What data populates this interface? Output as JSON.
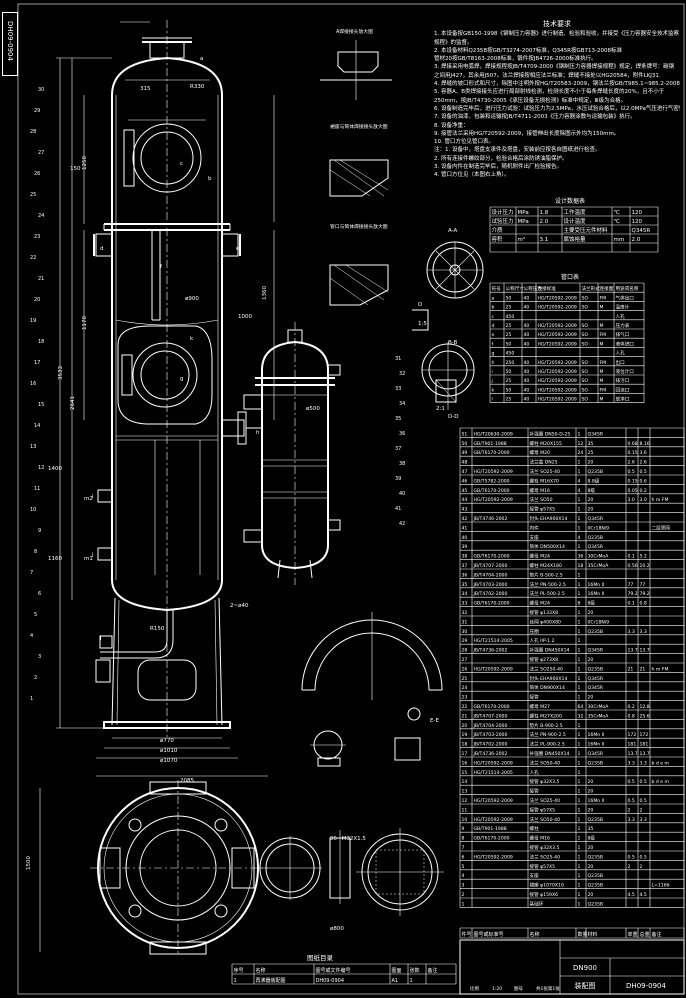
{
  "drawing": {
    "stamp_no": "DH09-0904",
    "drawing_no": "DH09-0904",
    "title_line1": "DN900",
    "title_line2": "装配图"
  },
  "notes": {
    "title": "技术要求",
    "lines": [
      "1. 本设备按GB150-1998《钢制压力容器》进行制造、检验和验收，并接受《压力容器安全技术监察",
      "规程》的监督。",
      "2. 本设备材料Q235B按GB/T3274-2007标准，Q345R按GB713-2008标准",
      "管材20按GB/T8163-2008标准，锻件按JB4726-2000标准执行。",
      "3. 焊接采用电弧焊，焊接规程按JB/T4709-2000《钢制压力容器焊接规程》规定，焊条牌号：碳钢",
      "之间用J427，其余用J507。法兰焊接按相应法兰标准；焊缝不接处以HG20584，附件LKJ31.",
      "4. 焊缝的坡口形式和尺寸，除图中注明外按HG/T20583-2009，钢法兰按GB/T985.1~985.2-2008标准执行。",
      "5. 容器A、B类焊接接头应进行局部射线检测，检测长度不小于每条焊缝长度的20%，且不小于",
      "250mm，按JB/T4730-2005《承压设备无损检测》标准中规定，Ⅲ级为合格。",
      "6. 设备制造完毕后，进行压力试验：试验压力为2.5MPa，水压试验合格后，以2.0MPa气压进行气密性试验。",
      "7. 设备的油漆，包装和运输按JB/T4711-2003《压力容器涂敷与运输包装》执行。",
      "8. 设备净重：",
      "9. 接管法兰采用HG/T20592-2009，接管伸出长度除图示外均为150mm。",
      "10. 管口方位见管口表。",
      "注：1. 设备中，塔盘支承件及塔盘，安装前应按各自图纸进行检查。",
      "    2. 所有连接件螺纹部分，检验合格后涂防锈油脂保护。",
      "    3. 设备内件在制造完毕后，随机附件出厂检验报告。",
      "    4. 管口方位见（本图右上角）。"
    ]
  },
  "design_table": {
    "title": "设计数据表",
    "rows": [
      {
        "a": "设计压力",
        "b": "MPa",
        "c": "1.8",
        "d": "工作温度",
        "e": "℃",
        "f": "120"
      },
      {
        "a": "试验压力",
        "b": "MPa",
        "c": "2.0",
        "d": "设计温度",
        "e": "℃",
        "f": "120"
      },
      {
        "a": "介质",
        "b": "",
        "c": "",
        "d": "主要受压元件材料",
        "e": "",
        "f": "Q345R"
      },
      {
        "a": "容积",
        "b": "m³",
        "c": "3.1",
        "d": "腐蚀裕量",
        "e": "mm",
        "f": "2.0"
      },
      {
        "a": "",
        "b": "",
        "c": "",
        "d": "",
        "e": "",
        "f": ""
      }
    ]
  },
  "nozzle_table": {
    "title": "管口表",
    "headers": [
      "符号",
      "公称尺寸",
      "公称压力",
      "连接标准",
      "法兰形式",
      "连接面",
      "用途或名称"
    ],
    "rows": [
      [
        "a",
        "50",
        "40",
        "HG/T20592-2009",
        "SO",
        "FM",
        "气体出口"
      ],
      [
        "b",
        "25",
        "40",
        "HG/T20592-2009",
        "SO",
        "M",
        "温度计"
      ],
      [
        "c",
        "450",
        "",
        "",
        "",
        "",
        "人孔"
      ],
      [
        "d",
        "25",
        "40",
        "HG/T20592-2009",
        "SO",
        "M",
        "压力表"
      ],
      [
        "e",
        "25",
        "40",
        "HG/T20592-2009",
        "SO",
        "FM",
        "排气口"
      ],
      [
        "f",
        "50",
        "40",
        "HG/T20592-2009",
        "SO",
        "M",
        "液体进口"
      ],
      [
        "g",
        "450",
        "",
        "",
        "",
        "",
        "人孔"
      ],
      [
        "h",
        "250",
        "40",
        "HG/T20592-2009",
        "SO",
        "FM",
        "出口"
      ],
      [
        "i",
        "50",
        "40",
        "HG/T20592-2009",
        "SO",
        "M",
        "液位计口"
      ],
      [
        "j",
        "25",
        "40",
        "HG/T20592-2009",
        "SO",
        "M",
        "排污口"
      ],
      [
        "k",
        "50",
        "40",
        "HG/T20592-2009",
        "SO",
        "FM",
        "回流口"
      ],
      [
        "l",
        "25",
        "40",
        "HG/T20592-2009",
        "SO",
        "M",
        "放净口"
      ]
    ]
  },
  "parts_table": {
    "headers": [
      "件号",
      "图号或标准号",
      "名称",
      "数量",
      "材料",
      "单重",
      "总重",
      "备注"
    ],
    "rows": [
      [
        "51",
        "HG/T20630-2009",
        "补强圈 DN50-D-25",
        "1",
        "Q345R",
        "",
        "",
        ""
      ],
      [
        "50",
        "GB/T901-1988",
        "螺柱 M20X155",
        "12",
        "35",
        "0.68",
        "8.16",
        ""
      ],
      [
        "49",
        "GB/T6170-2000",
        "螺母 M20",
        "24",
        "25",
        "0.15",
        "3.6",
        ""
      ],
      [
        "48",
        "",
        "法兰盖 DN25",
        "1",
        "20",
        "2.6",
        "2.6",
        ""
      ],
      [
        "47",
        "HG/T20592-2009",
        "法兰 SO25-40",
        "1",
        "Q235B",
        "0.5",
        "0.5",
        ""
      ],
      [
        "46",
        "GB/T5782-2000",
        "螺栓 M16X70",
        "4",
        "8.8级",
        "0.15",
        "0.6",
        ""
      ],
      [
        "45",
        "GB/T6170-2000",
        "螺母 M16",
        "4",
        "8级",
        "0.05",
        "0.2",
        ""
      ],
      [
        "44",
        "HG/T20592-2009",
        "法兰 SO50",
        "1",
        "20",
        "3.0",
        "3.0",
        "h m FM"
      ],
      [
        "43",
        "",
        "接管 φ57X5",
        "1",
        "20",
        "",
        "",
        ""
      ],
      [
        "42",
        "JB/T4746-2002",
        "封头 EHA900X14",
        "1",
        "Q345R",
        "",
        "",
        ""
      ],
      [
        "41",
        "",
        "内件",
        "1",
        "0Cr18Ni9",
        "",
        "",
        "二层筛网"
      ],
      [
        "40",
        "",
        "支座",
        "4",
        "Q235B",
        "",
        "",
        ""
      ],
      [
        "39",
        "",
        "筒体 DN500X14",
        "1",
        "Q345R",
        "",
        "",
        ""
      ],
      [
        "38",
        "GB/T6170-2000",
        "螺母 M24",
        "36",
        "30CrMoA",
        "0.1",
        "5.2",
        ""
      ],
      [
        "37",
        "JB/T4707-2000",
        "螺柱 M24X180",
        "18",
        "35CrMoA",
        "0.56",
        "10.2",
        ""
      ],
      [
        "36",
        "JB/T4704-2000",
        "垫片 B-500-2.5",
        "1",
        "",
        "",
        "",
        ""
      ],
      [
        "35",
        "JB/T4703-2000",
        "法兰 PN-500-2.5",
        "1",
        "16Mn II",
        "77",
        "77",
        ""
      ],
      [
        "34",
        "JB/T4702-2000",
        "法兰 PL-500-2.5",
        "1",
        "16Mn II",
        "79.2",
        "79.2",
        ""
      ],
      [
        "33",
        "GB/T6170-2000",
        "螺母 M24",
        "8",
        "8级",
        "0.1",
        "0.8",
        ""
      ],
      [
        "32",
        "",
        "接管 φ133X8",
        "1",
        "20",
        "",
        "",
        ""
      ],
      [
        "31",
        "",
        "丝网 φ400X80",
        "1",
        "0Cr18Ni9",
        "",
        "",
        ""
      ],
      [
        "30",
        "",
        "压圈",
        "1",
        "Q235B",
        "3.3",
        "3.3",
        ""
      ],
      [
        "29",
        "HG/T21514-2005",
        "人孔 IIP-1.2",
        "1",
        "",
        "",
        "",
        ""
      ],
      [
        "28",
        "JB/T4736-2002",
        "补强圈 DN450X14",
        "1",
        "Q345R",
        "13.7",
        "13.7",
        ""
      ],
      [
        "27",
        "",
        "接管 φ273X8",
        "1",
        "20",
        "",
        "",
        ""
      ],
      [
        "26",
        "HG/T20592-2009",
        "法兰 SO250-40",
        "1",
        "Q235B",
        "21",
        "21",
        "h m FM"
      ],
      [
        "25",
        "",
        "封头 EHA900X14",
        "1",
        "Q345R",
        "",
        "",
        ""
      ],
      [
        "24",
        "",
        "筒体 DN900X14",
        "1",
        "Q345R",
        "",
        "",
        ""
      ],
      [
        "23",
        "",
        "接管",
        "1",
        "20",
        "",
        "",
        ""
      ],
      [
        "22",
        "GB/T6170-2000",
        "螺母 M27",
        "64",
        "30CrMoA",
        "0.2",
        "12.8",
        ""
      ],
      [
        "21",
        "JB/T4707-2000",
        "螺柱 M27X200",
        "32",
        "35CrMoA",
        "0.8",
        "25.6",
        ""
      ],
      [
        "20",
        "JB/T4704-2000",
        "垫片 B-900-2.5",
        "1",
        "",
        "",
        "",
        ""
      ],
      [
        "19",
        "JB/T4703-2000",
        "法兰 PN-900-2.5",
        "1",
        "16Mn II",
        "172",
        "172",
        ""
      ],
      [
        "18",
        "JB/T4702-2000",
        "法兰 PL-900-2.5",
        "1",
        "16Mn II",
        "181",
        "181",
        ""
      ],
      [
        "17",
        "JB/T4736-2002",
        "补强圈 DN450X14",
        "1",
        "Q345R",
        "13.7",
        "13.7",
        ""
      ],
      [
        "16",
        "HG/T20592-2009",
        "法兰 SO50-40",
        "1",
        "Q235B",
        "3.3",
        "3.3",
        "b d e m"
      ],
      [
        "15",
        "HG/T21514-2005",
        "人孔",
        "1",
        "",
        "",
        "",
        ""
      ],
      [
        "14",
        "",
        "接管 φ32X3.5",
        "1",
        "20",
        "0.5",
        "0.5",
        "b d e m"
      ],
      [
        "13",
        "",
        "接管",
        "1",
        "20",
        "",
        "",
        ""
      ],
      [
        "12",
        "HG/T20592-2009",
        "法兰 SO25-40",
        "1",
        "16Mn II",
        "0.5",
        "0.5",
        ""
      ],
      [
        "11",
        "",
        "接管 φ57X5",
        "1",
        "20",
        "2",
        "2",
        ""
      ],
      [
        "10",
        "HG/T20592-2009",
        "法兰 SO50-40",
        "1",
        "Q235B",
        "3.3",
        "3.3",
        ""
      ],
      [
        "9",
        "GB/T901-1988",
        "螺柱",
        "1",
        "35",
        "",
        "",
        ""
      ],
      [
        "8",
        "GB/T6170-2000",
        "螺母 M16",
        "1",
        "8级",
        "",
        "",
        ""
      ],
      [
        "7",
        "",
        "接管 φ32X3.5",
        "1",
        "20",
        "",
        "",
        ""
      ],
      [
        "6",
        "HG/T20592-2009",
        "法兰 SO25-40",
        "1",
        "Q235B",
        "0.5",
        "0.5",
        ""
      ],
      [
        "5",
        "",
        "接管 φ57X5",
        "1",
        "20",
        "2",
        "2",
        ""
      ],
      [
        "4",
        "",
        "支座",
        "1",
        "Q235B",
        "",
        "",
        ""
      ],
      [
        "3",
        "",
        "裙座 φ1070X10",
        "1",
        "Q235B",
        "",
        "",
        "L=1166"
      ],
      [
        "2",
        "",
        "接管 φ159X6",
        "1",
        "20",
        "4.5",
        "4.5",
        ""
      ],
      [
        "1",
        "",
        "基础环",
        "1",
        "Q235B",
        "",
        "",
        ""
      ]
    ]
  },
  "drawing_list": {
    "title": "图纸目录",
    "headers": [
      "序号",
      "名称",
      "图号或文件编号",
      "图面",
      "张数",
      "备注"
    ],
    "rows": [
      [
        "1",
        "再沸器装配图",
        "DH09-0904",
        "A1",
        "1",
        ""
      ]
    ]
  },
  "labels": {
    "dims": [
      "1250",
      "1170",
      "3533",
      "2641",
      "1400",
      "1160",
      "1360",
      "ø900",
      "ø770",
      "ø1010",
      "ø1070",
      "R330",
      "315",
      "150",
      "2~ø40",
      "R150",
      "1000",
      "ø500",
      "2085",
      "1500",
      "ø800",
      "95~M32X1.5"
    ],
    "parts": [
      "1",
      "2",
      "3",
      "4",
      "5",
      "6",
      "7",
      "8",
      "9",
      "10",
      "11",
      "12",
      "13",
      "14",
      "15",
      "16",
      "17",
      "18",
      "19",
      "20",
      "21",
      "22",
      "23",
      "24",
      "25",
      "26",
      "27",
      "28",
      "29",
      "30",
      "31",
      "32",
      "33",
      "34",
      "35",
      "36",
      "37",
      "38",
      "39",
      "40",
      "41",
      "42"
    ],
    "nozzles": [
      "a",
      "b",
      "c",
      "d",
      "e",
      "f",
      "g",
      "h",
      "i",
      "j",
      "k",
      "l",
      "m1",
      "m2"
    ],
    "sections": [
      "A-A",
      "B-B",
      "D",
      "D-D",
      "E-E",
      "1:5",
      "2:1"
    ],
    "detail_titles": [
      "A焊接接头放大图",
      "裙座与筒体焊接接头放大图",
      "管口与筒体焊接接头放大图"
    ],
    "footer": [
      "比例",
      "1:20",
      "图号",
      "共1张第1张"
    ]
  }
}
